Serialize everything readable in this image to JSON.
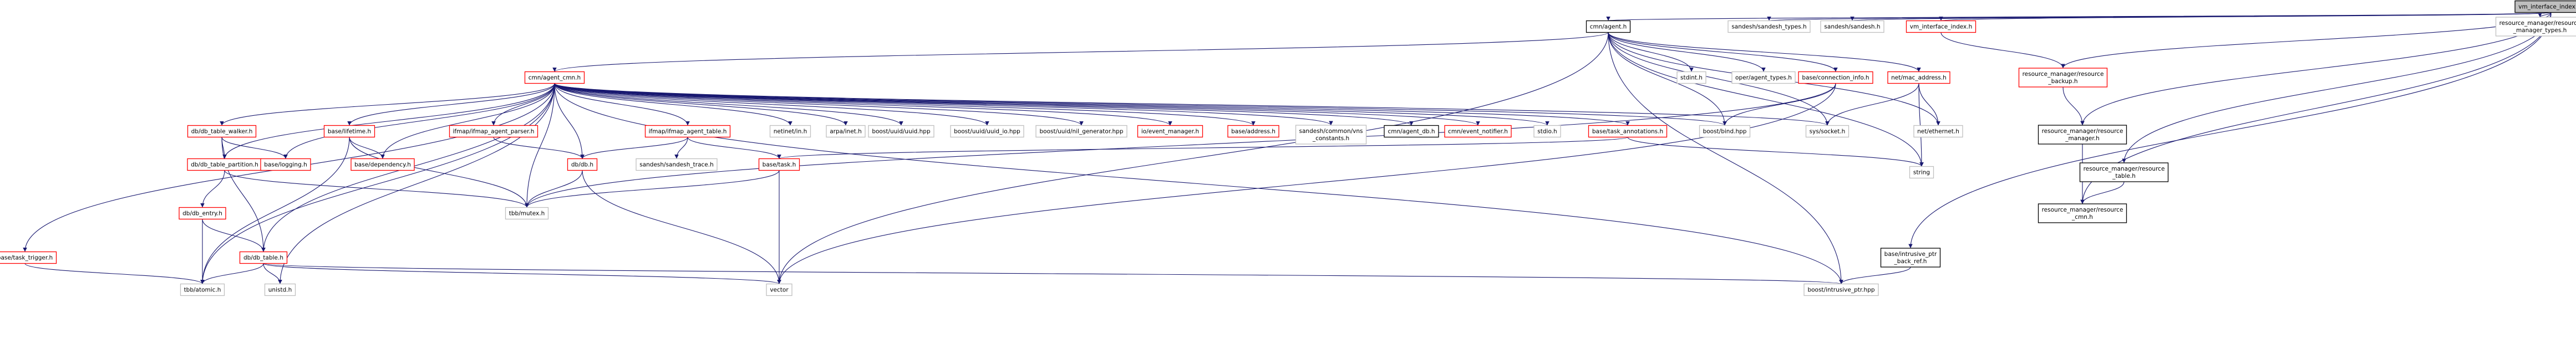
{
  "graph": {
    "colors": {
      "edge": "#191970",
      "documented_border": "#ff0000",
      "external_border": "#bfbfbf",
      "normal_border": "#000000",
      "root_fill": "#bfbfbf"
    },
    "nodes": [
      {
        "id": "root",
        "lines": [
          "vm_interface_index.cc"
        ],
        "style": "root"
      },
      {
        "id": "cmn_agent",
        "lines": [
          "cmn/agent.h"
        ],
        "style": "normal"
      },
      {
        "id": "sandesh_types",
        "lines": [
          "sandesh/sandesh_types.h"
        ],
        "style": "external"
      },
      {
        "id": "sandesh_h",
        "lines": [
          "sandesh/sandesh.h"
        ],
        "style": "external"
      },
      {
        "id": "vm_interface_index_h",
        "lines": [
          "vm_interface_index.h"
        ],
        "style": "documented"
      },
      {
        "id": "rm_types",
        "lines": [
          "resource_manager/resource",
          "_manager_types.h"
        ],
        "style": "external"
      },
      {
        "id": "agent_cmn",
        "lines": [
          "cmn/agent_cmn.h"
        ],
        "style": "documented"
      },
      {
        "id": "stdint",
        "lines": [
          "stdint.h"
        ],
        "style": "external"
      },
      {
        "id": "oper_agent_types",
        "lines": [
          "oper/agent_types.h"
        ],
        "style": "external"
      },
      {
        "id": "conn_info",
        "lines": [
          "base/connection_info.h"
        ],
        "style": "documented"
      },
      {
        "id": "mac_address",
        "lines": [
          "net/mac_address.h"
        ],
        "style": "documented"
      },
      {
        "id": "intrusive_ptr_back_ref",
        "lines": [
          "base/intrusive_ptr",
          "_back_ref.h"
        ],
        "style": "normal"
      },
      {
        "id": "rm_backup",
        "lines": [
          "resource_manager/resource",
          "_backup.h"
        ],
        "style": "documented"
      },
      {
        "id": "rm_manager",
        "lines": [
          "resource_manager/resource",
          "_manager.h"
        ],
        "style": "normal"
      },
      {
        "id": "rm_table",
        "lines": [
          "resource_manager/resource",
          "_table.h"
        ],
        "style": "normal"
      },
      {
        "id": "rm_cmn",
        "lines": [
          "resource_manager/resource",
          "_cmn.h"
        ],
        "style": "normal"
      },
      {
        "id": "db_table_walker",
        "lines": [
          "db/db_table_walker.h"
        ],
        "style": "documented"
      },
      {
        "id": "base_lifetime",
        "lines": [
          "base/lifetime.h"
        ],
        "style": "documented"
      },
      {
        "id": "ifmap_agent_parser",
        "lines": [
          "ifmap/ifmap_agent_parser.h"
        ],
        "style": "documented"
      },
      {
        "id": "ifmap_agent_table",
        "lines": [
          "ifmap/ifmap_agent_table.h"
        ],
        "style": "documented"
      },
      {
        "id": "netinet_in",
        "lines": [
          "netinet/in.h"
        ],
        "style": "external"
      },
      {
        "id": "arpa_inet",
        "lines": [
          "arpa/inet.h"
        ],
        "style": "external"
      },
      {
        "id": "uuid_hpp",
        "lines": [
          "boost/uuid/uuid.hpp"
        ],
        "style": "external"
      },
      {
        "id": "uuid_io",
        "lines": [
          "boost/uuid/uuid_io.hpp"
        ],
        "style": "external"
      },
      {
        "id": "uuid_gen",
        "lines": [
          "boost/uuid/nil_generator.hpp"
        ],
        "style": "external"
      },
      {
        "id": "io_event_manager",
        "lines": [
          "io/event_manager.h"
        ],
        "style": "documented"
      },
      {
        "id": "base_address",
        "lines": [
          "base/address.h"
        ],
        "style": "documented"
      },
      {
        "id": "vns_constants",
        "lines": [
          "sandesh/common/vns",
          "_constants.h"
        ],
        "style": "external"
      },
      {
        "id": "agent_db",
        "lines": [
          "cmn/agent_db.h"
        ],
        "style": "normal"
      },
      {
        "id": "event_notifier",
        "lines": [
          "cmn/event_notifier.h"
        ],
        "style": "documented"
      },
      {
        "id": "stdio",
        "lines": [
          "stdio.h"
        ],
        "style": "external"
      },
      {
        "id": "task_annotations",
        "lines": [
          "base/task_annotations.h"
        ],
        "style": "documented"
      },
      {
        "id": "boost_bind",
        "lines": [
          "boost/bind.hpp"
        ],
        "style": "external"
      },
      {
        "id": "sys_socket",
        "lines": [
          "sys/socket.h"
        ],
        "style": "external"
      },
      {
        "id": "net_ethernet",
        "lines": [
          "net/ethernet.h"
        ],
        "style": "external"
      },
      {
        "id": "db_table_partition",
        "lines": [
          "db/db_table_partition.h"
        ],
        "style": "documented"
      },
      {
        "id": "base_logging",
        "lines": [
          "base/logging.h"
        ],
        "style": "documented"
      },
      {
        "id": "base_dependency",
        "lines": [
          "base/dependency.h"
        ],
        "style": "documented"
      },
      {
        "id": "db_db",
        "lines": [
          "db/db.h"
        ],
        "style": "documented"
      },
      {
        "id": "sandesh_trace",
        "lines": [
          "sandesh/sandesh_trace.h"
        ],
        "style": "external"
      },
      {
        "id": "base_task",
        "lines": [
          "base/task.h"
        ],
        "style": "documented"
      },
      {
        "id": "string",
        "lines": [
          "string"
        ],
        "style": "external"
      },
      {
        "id": "db_entry",
        "lines": [
          "db/db_entry.h"
        ],
        "style": "documented"
      },
      {
        "id": "tbb_mutex",
        "lines": [
          "tbb/mutex.h"
        ],
        "style": "external"
      },
      {
        "id": "db_table",
        "lines": [
          "db/db_table.h"
        ],
        "style": "documented"
      },
      {
        "id": "task_trigger",
        "lines": [
          "base/task_trigger.h"
        ],
        "style": "documented"
      },
      {
        "id": "tbb_atomic",
        "lines": [
          "tbb/atomic.h"
        ],
        "style": "external"
      },
      {
        "id": "unistd",
        "lines": [
          "unistd.h"
        ],
        "style": "external"
      },
      {
        "id": "vector",
        "lines": [
          "vector"
        ],
        "style": "external"
      },
      {
        "id": "intrusive_ptr",
        "lines": [
          "boost/intrusive_ptr.hpp"
        ],
        "style": "external"
      }
    ],
    "edges": [
      [
        "root",
        "cmn_agent"
      ],
      [
        "root",
        "sandesh_types"
      ],
      [
        "root",
        "sandesh_h"
      ],
      [
        "root",
        "vm_interface_index_h"
      ],
      [
        "root",
        "rm_types"
      ],
      [
        "root",
        "rm_backup"
      ],
      [
        "root",
        "rm_manager"
      ],
      [
        "root",
        "rm_table"
      ],
      [
        "root",
        "rm_cmn"
      ],
      [
        "root",
        "intrusive_ptr_back_ref"
      ],
      [
        "cmn_agent",
        "agent_cmn"
      ],
      [
        "cmn_agent",
        "stdint"
      ],
      [
        "cmn_agent",
        "oper_agent_types"
      ],
      [
        "cmn_agent",
        "conn_info"
      ],
      [
        "cmn_agent",
        "mac_address"
      ],
      [
        "cmn_agent",
        "string"
      ],
      [
        "cmn_agent",
        "boost_bind"
      ],
      [
        "cmn_agent",
        "sys_socket"
      ],
      [
        "cmn_agent",
        "net_ethernet"
      ],
      [
        "cmn_agent",
        "intrusive_ptr"
      ],
      [
        "cmn_agent",
        "vector"
      ],
      [
        "vm_interface_index_h",
        "rm_backup"
      ],
      [
        "rm_backup",
        "rm_manager"
      ],
      [
        "rm_manager",
        "rm_cmn"
      ],
      [
        "rm_table",
        "rm_cmn"
      ],
      [
        "intrusive_ptr_back_ref",
        "intrusive_ptr"
      ],
      [
        "conn_info",
        "boost_bind"
      ],
      [
        "conn_info",
        "vector"
      ],
      [
        "conn_info",
        "tbb_mutex"
      ],
      [
        "mac_address",
        "string"
      ],
      [
        "mac_address",
        "sys_socket"
      ],
      [
        "mac_address",
        "net_ethernet"
      ],
      [
        "agent_cmn",
        "db_table_walker"
      ],
      [
        "agent_cmn",
        "base_lifetime"
      ],
      [
        "agent_cmn",
        "ifmap_agent_parser"
      ],
      [
        "agent_cmn",
        "ifmap_agent_table"
      ],
      [
        "agent_cmn",
        "netinet_in"
      ],
      [
        "agent_cmn",
        "arpa_inet"
      ],
      [
        "agent_cmn",
        "uuid_hpp"
      ],
      [
        "agent_cmn",
        "uuid_io"
      ],
      [
        "agent_cmn",
        "uuid_gen"
      ],
      [
        "agent_cmn",
        "io_event_manager"
      ],
      [
        "agent_cmn",
        "base_address"
      ],
      [
        "agent_cmn",
        "vns_constants"
      ],
      [
        "agent_cmn",
        "agent_db"
      ],
      [
        "agent_cmn",
        "event_notifier"
      ],
      [
        "agent_cmn",
        "stdio"
      ],
      [
        "agent_cmn",
        "task_annotations"
      ],
      [
        "agent_cmn",
        "boost_bind"
      ],
      [
        "agent_cmn",
        "sys_socket"
      ],
      [
        "agent_cmn",
        "task_trigger"
      ],
      [
        "agent_cmn",
        "db_table_partition"
      ],
      [
        "agent_cmn",
        "base_logging"
      ],
      [
        "agent_cmn",
        "base_dependency"
      ],
      [
        "agent_cmn",
        "db_db"
      ],
      [
        "agent_cmn",
        "db_table"
      ],
      [
        "agent_cmn",
        "tbb_atomic"
      ],
      [
        "agent_cmn",
        "unistd"
      ],
      [
        "agent_cmn",
        "tbb_mutex"
      ],
      [
        "agent_cmn",
        "intrusive_ptr"
      ],
      [
        "db_table_walker",
        "db_table_partition"
      ],
      [
        "db_table_walker",
        "base_logging"
      ],
      [
        "db_table_walker",
        "db_table"
      ],
      [
        "base_lifetime",
        "base_dependency"
      ],
      [
        "base_lifetime",
        "tbb_mutex"
      ],
      [
        "base_lifetime",
        "tbb_atomic"
      ],
      [
        "ifmap_agent_parser",
        "db_db"
      ],
      [
        "ifmap_agent_table",
        "db_db"
      ],
      [
        "ifmap_agent_table",
        "sandesh_trace"
      ],
      [
        "ifmap_agent_table",
        "base_task"
      ],
      [
        "task_annotations",
        "base_task"
      ],
      [
        "task_annotations",
        "string"
      ],
      [
        "db_table_partition",
        "db_entry"
      ],
      [
        "db_table_partition",
        "tbb_mutex"
      ],
      [
        "db_db",
        "tbb_mutex"
      ],
      [
        "db_db",
        "vector"
      ],
      [
        "base_task",
        "tbb_mutex"
      ],
      [
        "base_task",
        "vector"
      ],
      [
        "db_entry",
        "db_table"
      ],
      [
        "db_entry",
        "tbb_atomic"
      ],
      [
        "db_table",
        "tbb_atomic"
      ],
      [
        "db_table",
        "unistd"
      ],
      [
        "db_table",
        "vector"
      ],
      [
        "db_table",
        "intrusive_ptr"
      ],
      [
        "task_trigger",
        "tbb_atomic"
      ]
    ]
  }
}
